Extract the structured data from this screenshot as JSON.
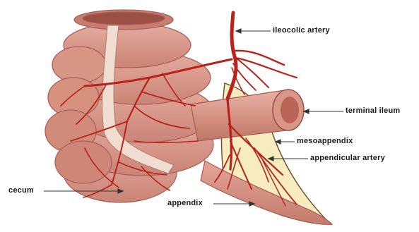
{
  "labels": {
    "ileocolic_artery": "ileocolic artery",
    "terminal_ileum": "terminal ileum",
    "mesoappendix": "mesoappendix",
    "appendicular_artery": "appendicular artery",
    "cecum": "cecum",
    "appendix": "appendix"
  },
  "colors": {
    "tissue": "#dd9d8e",
    "tissue_dark": "#b36a5d",
    "artery": "#b8221a",
    "mesentery": "#f6ecc0",
    "taenia": "#f1ddd0",
    "label_text": "#1a1a1a"
  }
}
